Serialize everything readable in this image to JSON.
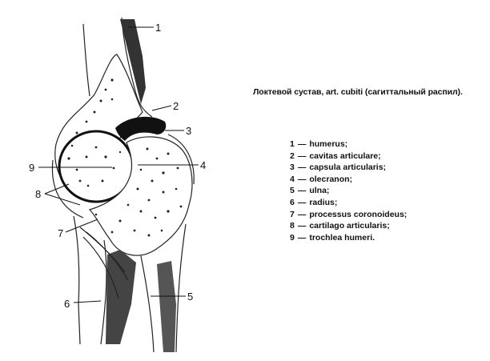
{
  "caption": "Локтевой сустав, art. cubiti (сагиттальный распил).",
  "figure_labels": [
    "1",
    "2",
    "3",
    "4",
    "5",
    "6",
    "7",
    "8",
    "9"
  ],
  "legend": [
    {
      "num": "1",
      "dash": "—",
      "term": "humerus;"
    },
    {
      "num": "2",
      "dash": "—",
      "term": "cavitas articulare;"
    },
    {
      "num": "3",
      "dash": "—",
      "term": "capsula articularis;"
    },
    {
      "num": "4",
      "dash": "—",
      "term": "olecranon;"
    },
    {
      "num": "5",
      "dash": "—",
      "term": "ulna;"
    },
    {
      "num": "6",
      "dash": "—",
      "term": "radius;"
    },
    {
      "num": "7",
      "dash": "—",
      "term": "processus coronoideus;"
    },
    {
      "num": "8",
      "dash": "—",
      "term": "cartilago articularis;"
    },
    {
      "num": "9",
      "dash": "—",
      "term": "trochlea humeri."
    }
  ]
}
